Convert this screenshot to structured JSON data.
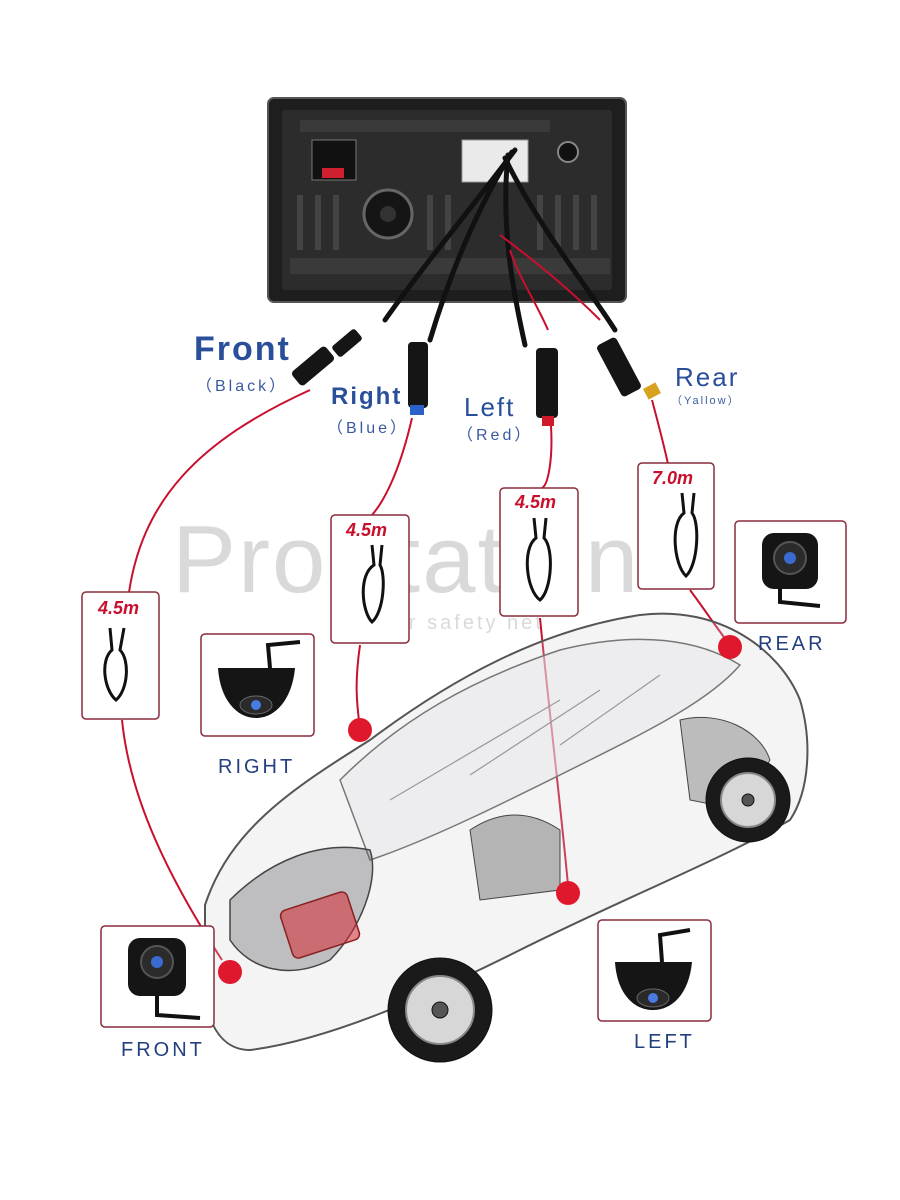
{
  "connectors": {
    "front": {
      "name": "Front",
      "color": "（Black）"
    },
    "right": {
      "name": "Right",
      "color": "（Blue）"
    },
    "left": {
      "name": "Left",
      "color": "（Red）"
    },
    "rear": {
      "name": "Rear",
      "color": "（Yallow）"
    }
  },
  "cables": {
    "front": "4.5m",
    "right": "4.5m",
    "left": "4.5m",
    "rear": "7.0m"
  },
  "cameras": {
    "front": "FRONT",
    "right": "RIGHT",
    "left": "LEFT",
    "rear": "REAR"
  },
  "watermark": {
    "brand": "ProStation",
    "tagline": "To your safety net"
  },
  "colors": {
    "label_blue": "#2a4f9a",
    "wire_red": "#c8102e",
    "marker_red": "#e0182d",
    "box_border": "#8a2c3a"
  }
}
